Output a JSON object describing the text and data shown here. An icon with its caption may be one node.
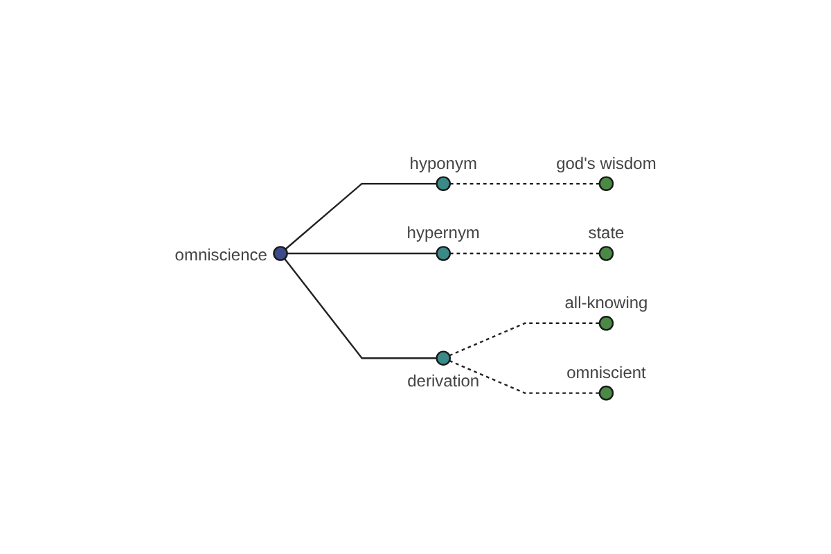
{
  "diagram": {
    "nodes": [
      {
        "text": [],
        "shape": "circle",
        "beside": [
          "god's wisdom"
        ]
      },
      {
        "text": [],
        "shape": "circle",
        "beside": [
          "hyponym"
        ]
      },
      {
        "text": [],
        "shape": "circle",
        "beside": [
          "omniscience"
        ]
      },
      {
        "text": [],
        "shape": "circle",
        "beside": [
          "hypernym"
        ]
      },
      {
        "text": [],
        "shape": "circle",
        "beside": [
          "derivation"
        ]
      },
      {
        "text": [],
        "shape": "circle",
        "beside": [
          "all-knowing"
        ]
      },
      {
        "text": [],
        "shape": "circle",
        "beside": [
          "state"
        ]
      },
      {
        "text": [],
        "shape": "circle",
        "beside": [
          "omniscient"
        ]
      }
    ],
    "edges": [
      {
        "from": 2,
        "to": 1,
        "arrow": "none"
      },
      {
        "from": 1,
        "to": 0,
        "arrow": "none",
        "style": "dashed"
      },
      {
        "from": 2,
        "to": 3,
        "arrow": "none"
      },
      {
        "from": 3,
        "to": 6,
        "arrow": "none",
        "style": "dashed"
      },
      {
        "from": 2,
        "to": 4,
        "arrow": "none"
      },
      {
        "from": 4,
        "to": 5,
        "arrow": "none",
        "style": "dashed"
      },
      {
        "from": 4,
        "to": 7,
        "arrow": "none",
        "style": "dashed"
      }
    ]
  }
}
